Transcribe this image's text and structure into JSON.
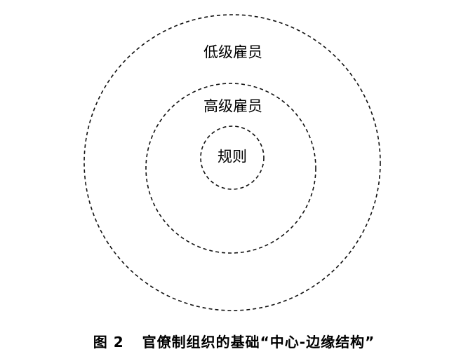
{
  "diagram": {
    "rings": [
      {
        "label": "低级雇员"
      },
      {
        "label": "高级雇员"
      },
      {
        "label": "规则"
      }
    ]
  },
  "caption": {
    "figure_number": "图 2",
    "text": "官僚制组织的基础“中心-边缘结构”"
  }
}
